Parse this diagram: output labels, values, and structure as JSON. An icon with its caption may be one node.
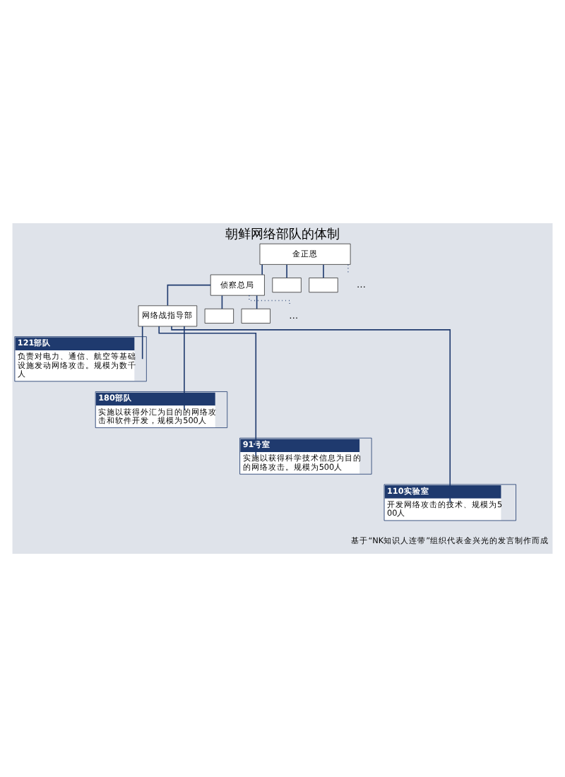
{
  "diagram": {
    "title": "朝鲜网络部队的体制",
    "caption": "基于“NK知识人连带”组织代表金兴光的发言制作而成",
    "nodes": [
      {
        "text": [
          "金正恩"
        ]
      },
      {
        "text": [
          "侦察总局"
        ]
      },
      {
        "text": [],
        "shape": "box"
      },
      {
        "text": [],
        "shape": "box"
      },
      {
        "text": [
          "…"
        ]
      },
      {
        "text": [
          "网络战指导部"
        ]
      },
      {
        "text": [],
        "shape": "box"
      },
      {
        "text": [],
        "shape": "box"
      },
      {
        "text": [
          "…"
        ]
      },
      {
        "text": [
          "121部队",
          "负责对电力、通信、航空等基础设施发动网络攻击。规模为数千人"
        ]
      },
      {
        "text": [
          "180部队",
          "实施以获得外汇为目的的网络攻击和软件开发，规模为500人"
        ]
      },
      {
        "text": [
          "91号室",
          "实施以获得科学技术信息为目的的网络攻击。规模为500人"
        ]
      },
      {
        "text": [
          "110实验室",
          "开发网络攻击的技术、规模为500人"
        ]
      }
    ],
    "edges": [
      {
        "from": 0,
        "to": 1,
        "arrow": "none"
      },
      {
        "from": 0,
        "to": 2,
        "arrow": "none"
      },
      {
        "from": 0,
        "to": 3,
        "arrow": "none"
      },
      {
        "from": 0,
        "to": 4,
        "arrow": "none",
        "style": "dashed"
      },
      {
        "from": 1,
        "to": 5,
        "arrow": "none"
      },
      {
        "from": 1,
        "to": 6,
        "arrow": "none"
      },
      {
        "from": 1,
        "to": 7,
        "arrow": "none"
      },
      {
        "from": 1,
        "to": 8,
        "arrow": "none",
        "style": "dashed"
      },
      {
        "from": 5,
        "to": 9,
        "arrow": "none"
      },
      {
        "from": 5,
        "to": 10,
        "arrow": "none"
      },
      {
        "from": 5,
        "to": 11,
        "arrow": "none"
      },
      {
        "from": 5,
        "to": 12,
        "arrow": "none"
      }
    ]
  }
}
